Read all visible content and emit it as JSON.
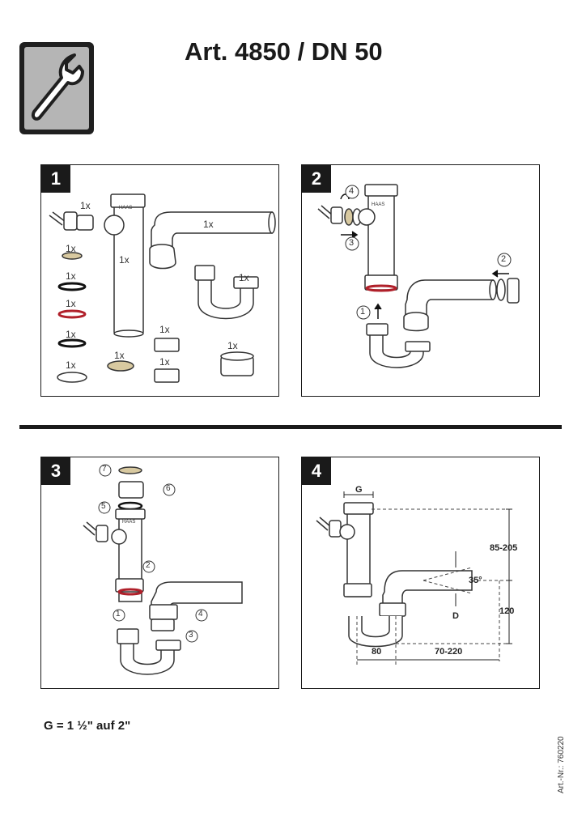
{
  "header": {
    "icon": "wrench-icon",
    "title": "Art. 4850 / DN 50"
  },
  "panels": {
    "step1": {
      "number": "1",
      "qty_labels": [
        "1x",
        "1x",
        "1x",
        "1x",
        "1x",
        "1x",
        "1x",
        "1x",
        "1x",
        "1x",
        "1x",
        "1x",
        "1x"
      ],
      "brand": "HAAS"
    },
    "step2": {
      "number": "2",
      "callouts": [
        "4",
        "3",
        "2",
        "1"
      ],
      "brand": "HAAS"
    },
    "step3": {
      "number": "3",
      "callouts": [
        "7",
        "6",
        "5",
        "2",
        "1",
        "4",
        "3"
      ],
      "brand": "HAAS"
    },
    "step4": {
      "number": "4",
      "dims": {
        "g": "G",
        "height_range": "85-205",
        "angle": "35°",
        "d": "D",
        "height": "120",
        "offset": "80",
        "length_range": "70-220"
      }
    }
  },
  "footer": {
    "formula": "G = 1 ½\" auf 2\"",
    "article_no": "Art.-Nr.: 760220"
  }
}
